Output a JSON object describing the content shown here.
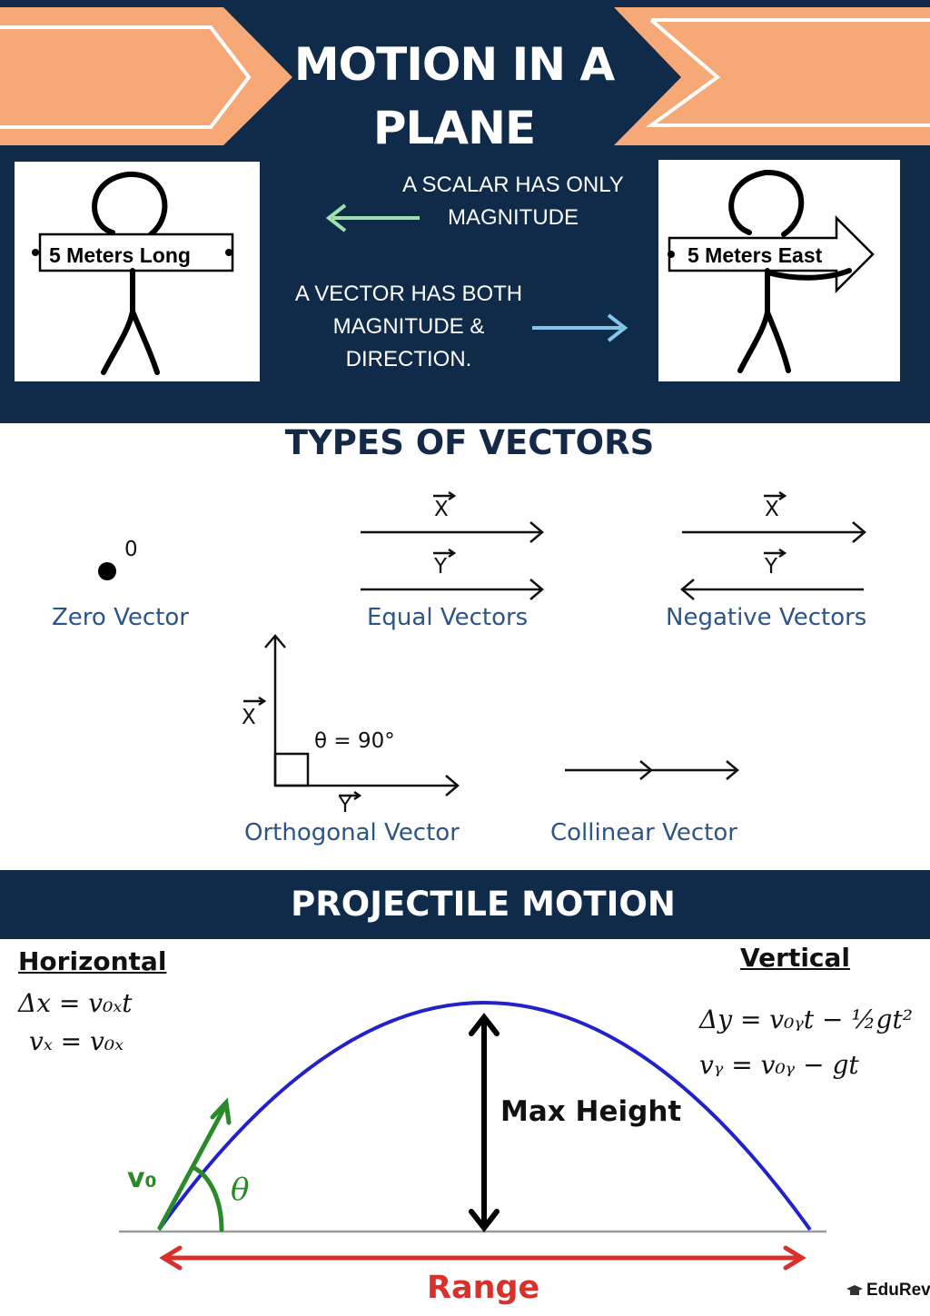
{
  "header": {
    "title": "MOTION IN A PLANE",
    "scalar_sign": "5 Meters Long",
    "vector_sign": "5 Meters East",
    "scalar_text": "A SCALAR HAS ONLY MAGNITUDE",
    "vector_text": "A VECTOR HAS BOTH MAGNITUDE & DIRECTION.",
    "colors": {
      "navy": "#102a4a",
      "peach": "#f7a877",
      "green_arrow": "#9fe0b0",
      "blue_arrow": "#7ec7e8"
    }
  },
  "types": {
    "title": "TYPES OF VECTORS",
    "zero": {
      "label": "Zero Vector",
      "value": "0"
    },
    "equal": {
      "label": "Equal Vectors",
      "x": "X",
      "y": "Y"
    },
    "negative": {
      "label": "Negative Vectors",
      "x": "X",
      "y": "Y"
    },
    "orthogonal": {
      "label": "Orthogonal Vector",
      "x": "X",
      "y": "Y",
      "angle": "θ = 90°"
    },
    "collinear": {
      "label": "Collinear Vector"
    }
  },
  "projectile": {
    "title": "PROJECTILE MOTION",
    "horizontal": {
      "heading": "Horizontal",
      "eq1": "Δx = v₀ₓt",
      "eq2": "vₓ = v₀ₓ"
    },
    "vertical": {
      "heading": "Vertical",
      "eq1": "Δy = v₀ᵧt − ½gt²",
      "eq2": "vᵧ = v₀ᵧ − gt"
    },
    "max_height": "Max Height",
    "range": "Range",
    "v0": "v₀",
    "theta": "θ"
  },
  "brand": "EduRev"
}
